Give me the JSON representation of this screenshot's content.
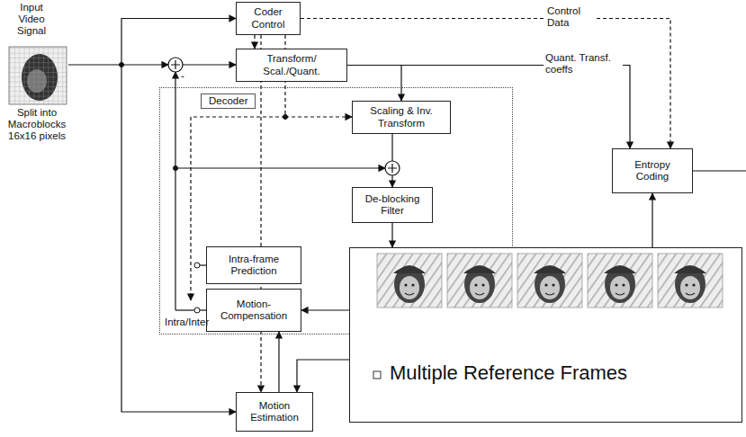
{
  "diagram": {
    "nodes": [
      {
        "text": [
          "Coder Control"
        ]
      },
      {
        "text": [
          "Transform/ Scal./Quant."
        ]
      },
      {
        "text": [
          "Decoder"
        ]
      },
      {
        "text": [
          "Scaling & Inv. Transform"
        ],
        "in": 2
      },
      {
        "text": [
          "De-blocking Filter"
        ],
        "in": 2
      },
      {
        "text": [
          "Intra-frame Prediction"
        ],
        "in": 2
      },
      {
        "text": [
          "Motion- Compensation"
        ],
        "in": 2
      },
      {
        "text": [
          "Entropy Coding"
        ]
      },
      {
        "text": [
          "Multiple Reference Frames"
        ]
      },
      {
        "text": [
          "Motion Estimation"
        ]
      }
    ],
    "edges": [
      {
        "from": 0,
        "to": 1,
        "arrow": "to"
      },
      {
        "from": 0,
        "to": 3,
        "arrow": "to"
      },
      {
        "from": 0,
        "to": 9,
        "arrow": "to"
      },
      {
        "from": 0,
        "to": 7,
        "label": "Control Data",
        "arrow": "to"
      },
      {
        "from": 1,
        "to": 3,
        "arrow": "to"
      },
      {
        "from": 1,
        "to": 7,
        "label": "Quant. Transf. coeffs",
        "arrow": "to"
      },
      {
        "from": 3,
        "to": 4,
        "arrow": "to"
      },
      {
        "from": 4,
        "to": 8,
        "arrow": "to"
      },
      {
        "from": 8,
        "to": 6,
        "arrow": "to"
      },
      {
        "from": 8,
        "to": 9,
        "arrow": "to"
      },
      {
        "from": 9,
        "to": 6,
        "arrow": "to"
      },
      {
        "from": 8,
        "to": 7,
        "arrow": "to"
      }
    ],
    "labels": [
      "Input Video Signal",
      "Split into Macroblocks 16x16 pixels",
      "-",
      "Intra/Inter"
    ]
  }
}
